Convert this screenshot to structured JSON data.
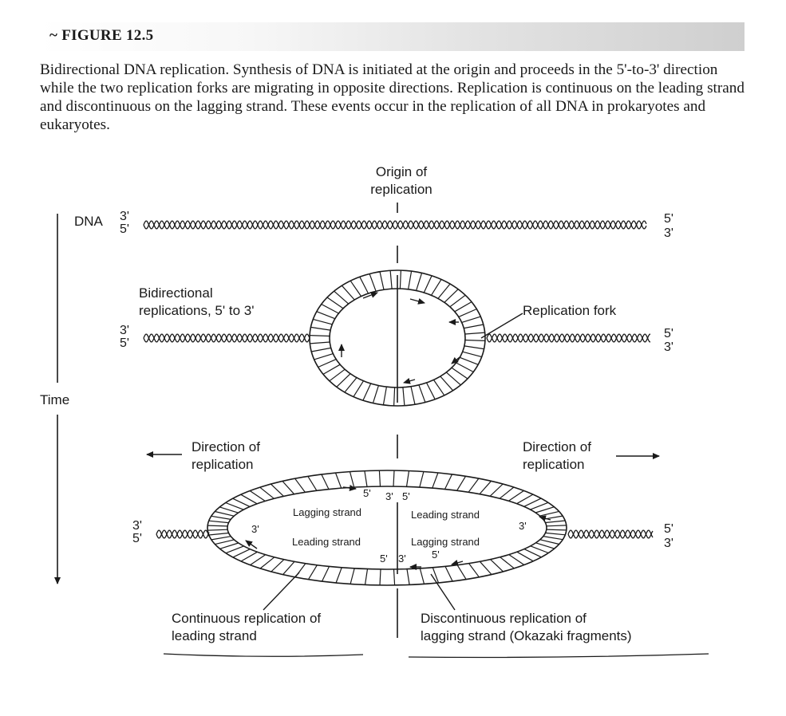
{
  "figure": {
    "label": "~ FIGURE 12.5",
    "caption": "Bidirectional DNA replication. Synthesis of DNA is initiated at the origin and proceeds in the 5'-to-3' direction while the two replication forks are migrating in opposite directions. Replication is continuous on the leading strand and discontinuous on the lagging strand. These events occur in the replication of all DNA in prokaryotes and eukaryotes."
  },
  "diagram": {
    "origin_line1": "Origin of",
    "origin_line2": "replication",
    "dna_label": "DNA",
    "time_label": "Time",
    "bidirectional_line1": "Bidirectional",
    "bidirectional_line2": "replications, 5' to 3'",
    "replication_fork": "Replication fork",
    "direction_line1": "Direction of",
    "direction_line2": "replication",
    "lagging_strand": "Lagging strand",
    "leading_strand": "Leading strand",
    "continuous_line1": "Continuous replication of",
    "continuous_line2": "leading strand",
    "discontinuous_line1": "Discontinuous replication of",
    "discontinuous_line2": "lagging strand (Okazaki fragments)",
    "end_3": "3'",
    "end_5": "5'"
  }
}
